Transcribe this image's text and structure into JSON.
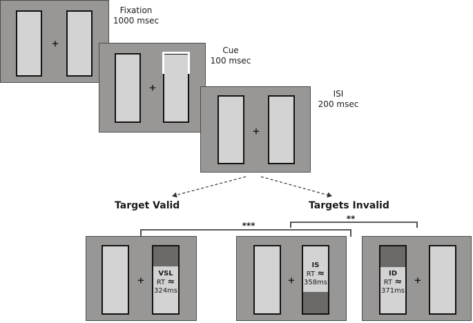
{
  "stages": [
    {
      "name": "Fixation",
      "duration": "1000 msec"
    },
    {
      "name": "Cue",
      "duration": "100 msec"
    },
    {
      "name": "ISI",
      "duration": "200 msec"
    }
  ],
  "fixation_symbol": "+",
  "branches": {
    "valid": "Target Valid",
    "invalid": "Targets Invalid"
  },
  "targets": [
    {
      "condition": "VSL",
      "rt_label": "RT",
      "rt_symbol": "≈",
      "rt_value": "324ms"
    },
    {
      "condition": "IS",
      "rt_label": "RT",
      "rt_symbol": "≈",
      "rt_value": "358ms"
    },
    {
      "condition": "ID",
      "rt_label": "RT",
      "rt_symbol": "≈",
      "rt_value": "371ms"
    }
  ],
  "significance": {
    "valid_vs_invalid": "***",
    "same_vs_different": "**"
  },
  "colors": {
    "screen": "#999795",
    "placeholder": "#d3d3d3",
    "target_fill": "#6c6a69",
    "cue": "#ffffff"
  }
}
